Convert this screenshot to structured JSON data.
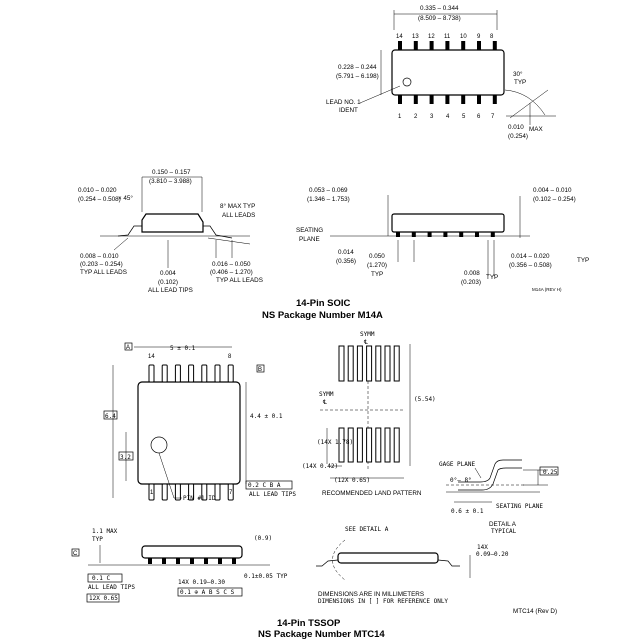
{
  "soic": {
    "top_view": {
      "dim_length": "0.335 – 0.344",
      "dim_length_mm": "(8.509 – 8.738)",
      "dim_width": "0.228 – 0.244",
      "dim_width_mm": "(5.791 – 6.198)",
      "lead_label_1": "LEAD NO. 1",
      "lead_label_2": "IDENT",
      "angle": "30°",
      "angle_typ": "TYP",
      "tip_dim": "0.010",
      "tip_max": "MAX",
      "tip_dim_mm": "(0.254)",
      "pins_top": [
        "14",
        "13",
        "12",
        "11",
        "10",
        "9",
        "8"
      ],
      "pins_bottom": [
        "1",
        "2",
        "3",
        "4",
        "5",
        "6",
        "7"
      ]
    },
    "end_view": {
      "body_w": "0.150 – 0.157",
      "body_w_mm": "(3.810 – 3.988)",
      "chamfer": "0.010 – 0.020",
      "chamfer_mm": "(0.254 – 0.508)",
      "chamfer_angle": "× 45°",
      "draft": "8° MAX TYP",
      "draft2": "ALL LEADS",
      "lead_t": "0.008 – 0.010",
      "lead_t_mm": "(0.203 – 0.254)",
      "lead_t_note": "TYP ALL LEADS",
      "coplan": "0.004",
      "coplan_mm": "(0.102)",
      "coplan_note": "ALL LEAD TIPS",
      "foot": "0.016 – 0.050",
      "foot_mm": "(0.406 – 1.270)",
      "foot_note": "TYP ALL LEADS"
    },
    "side_view": {
      "height": "0.053 – 0.069",
      "height_mm": "(1.346 – 1.753)",
      "standoff": "0.004 – 0.010",
      "standoff_mm": "(0.102 – 0.254)",
      "seating1": "SEATING",
      "seating2": "PLANE",
      "s014": "0.014",
      "s014_mm": "(0.356)",
      "pitch": "0.050",
      "pitch_mm": "(1.270)",
      "pitch_typ": "TYP",
      "lead_w": "0.014 – 0.020",
      "lead_w_typ": "TYP",
      "lead_w_mm": "(0.356 – 0.508)",
      "d008": "0.008",
      "d008_typ": "TYP",
      "d008_mm": "(0.203)",
      "drawing_no": "M14A (REV H)"
    },
    "title1": "14-Pin SOIC",
    "title2": "NS Package Number M14A"
  },
  "tssop": {
    "top_view": {
      "datum_a": "A",
      "datum_b": "B",
      "length": "5 ± 0.1",
      "pin14": "14",
      "pin8": "8",
      "pin1": "1",
      "pin7": "7",
      "overall_w": "6.4",
      "body_w": "4.4 ± 0.1",
      "half_w": "3.2",
      "pin1_id": "PIN #1 ID",
      "tol_box": "0.2 C B A",
      "tol_note": "ALL LEAD TIPS"
    },
    "land": {
      "symm": "SYMM",
      "cl": "℄",
      "len": "(5.54)",
      "w": "(14X 1.78)",
      "pad_w": "(14X 0.42)",
      "pitch": "(12X 0.65)",
      "title": "RECOMMENDED LAND PATTERN"
    },
    "detail": {
      "gage": "GAGE PLANE",
      "angle": "0°– 8°",
      "d025": "0.25",
      "d06": "0.6 ± 0.1",
      "seating": "SEATING PLANE",
      "title": "DETAIL A",
      "sub": "TYPICAL"
    },
    "side": {
      "max_h": "1.1 MAX",
      "typ": "TYP",
      "d09": "(0.9)",
      "datum_c": "C",
      "flat": "0.1 C",
      "flat_note": "ALL LEAD TIPS",
      "lead_w": "14X 0.19–0.30",
      "pos": "0.1 ⊕ A B S C S",
      "pitch": "12X 0.65",
      "stand": "0.1±0.05 TYP",
      "see_detail": "SEE DETAIL A",
      "d14x": "14X",
      "thick": "0.09–0.20"
    },
    "dims_note1": "DIMENSIONS ARE IN MILLIMETERS",
    "dims_note2": "DIMENSIONS IN [ ] FOR REFERENCE ONLY",
    "rev": "MTC14 (Rev D)",
    "title1": "14-Pin TSSOP",
    "title2": "NS Package Number MTC14"
  }
}
